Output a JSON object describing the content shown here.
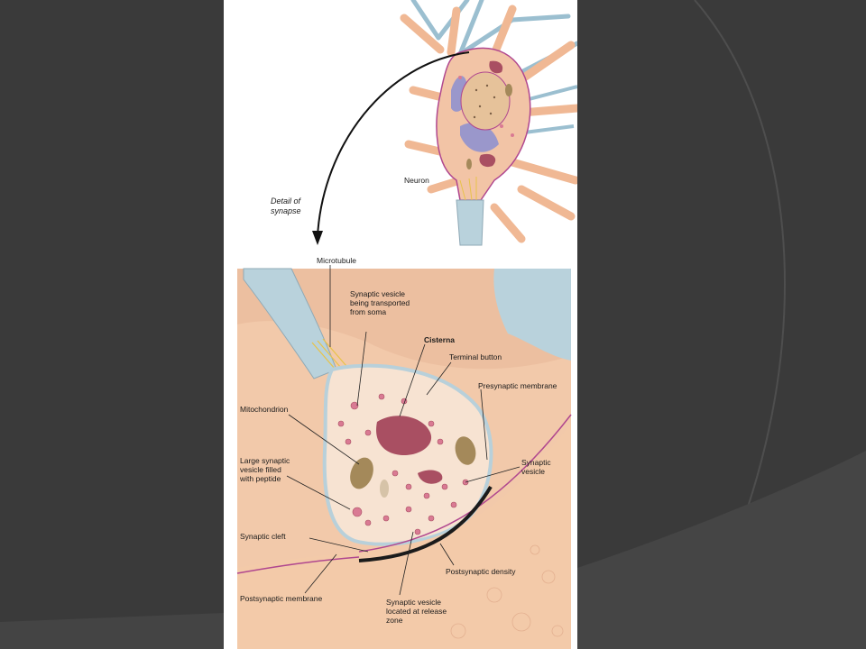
{
  "slide": {
    "background": "#3a3a3a",
    "accent_arc": "#505050"
  },
  "figure": {
    "neuron_label": "Neuron",
    "detail_label": "Detail of\nsynapse",
    "labels": {
      "microtubule": "Microtubule",
      "vesicle_transported": "Synaptic vesicle\nbeing transported\nfrom soma",
      "cisterna": "Cisterna",
      "terminal_button": "Terminal button",
      "presynaptic_membrane": "Presynaptic membrane",
      "mitochondrion": "Mitochondrion",
      "large_vesicle": "Large synaptic\nvesicle filled\nwith peptide",
      "synaptic_vesicle": "Synaptic\nvesicle",
      "synaptic_cleft": "Synaptic cleft",
      "postsynaptic_density": "Postsynaptic density",
      "postsynaptic_membrane": "Postsynaptic membrane",
      "vesicle_release_zone": "Synaptic vesicle\nlocated at release\nzone"
    },
    "colors": {
      "cell_body": "#f2c4a6",
      "axon": "#b9d2dc",
      "nucleus": "#e6c29a",
      "rough_er": "#8b8fd1",
      "vesicle": "#d97a93",
      "mitochondria": "#a4895a",
      "cisterna": "#a94f62",
      "membrane": "#b0478f"
    }
  }
}
